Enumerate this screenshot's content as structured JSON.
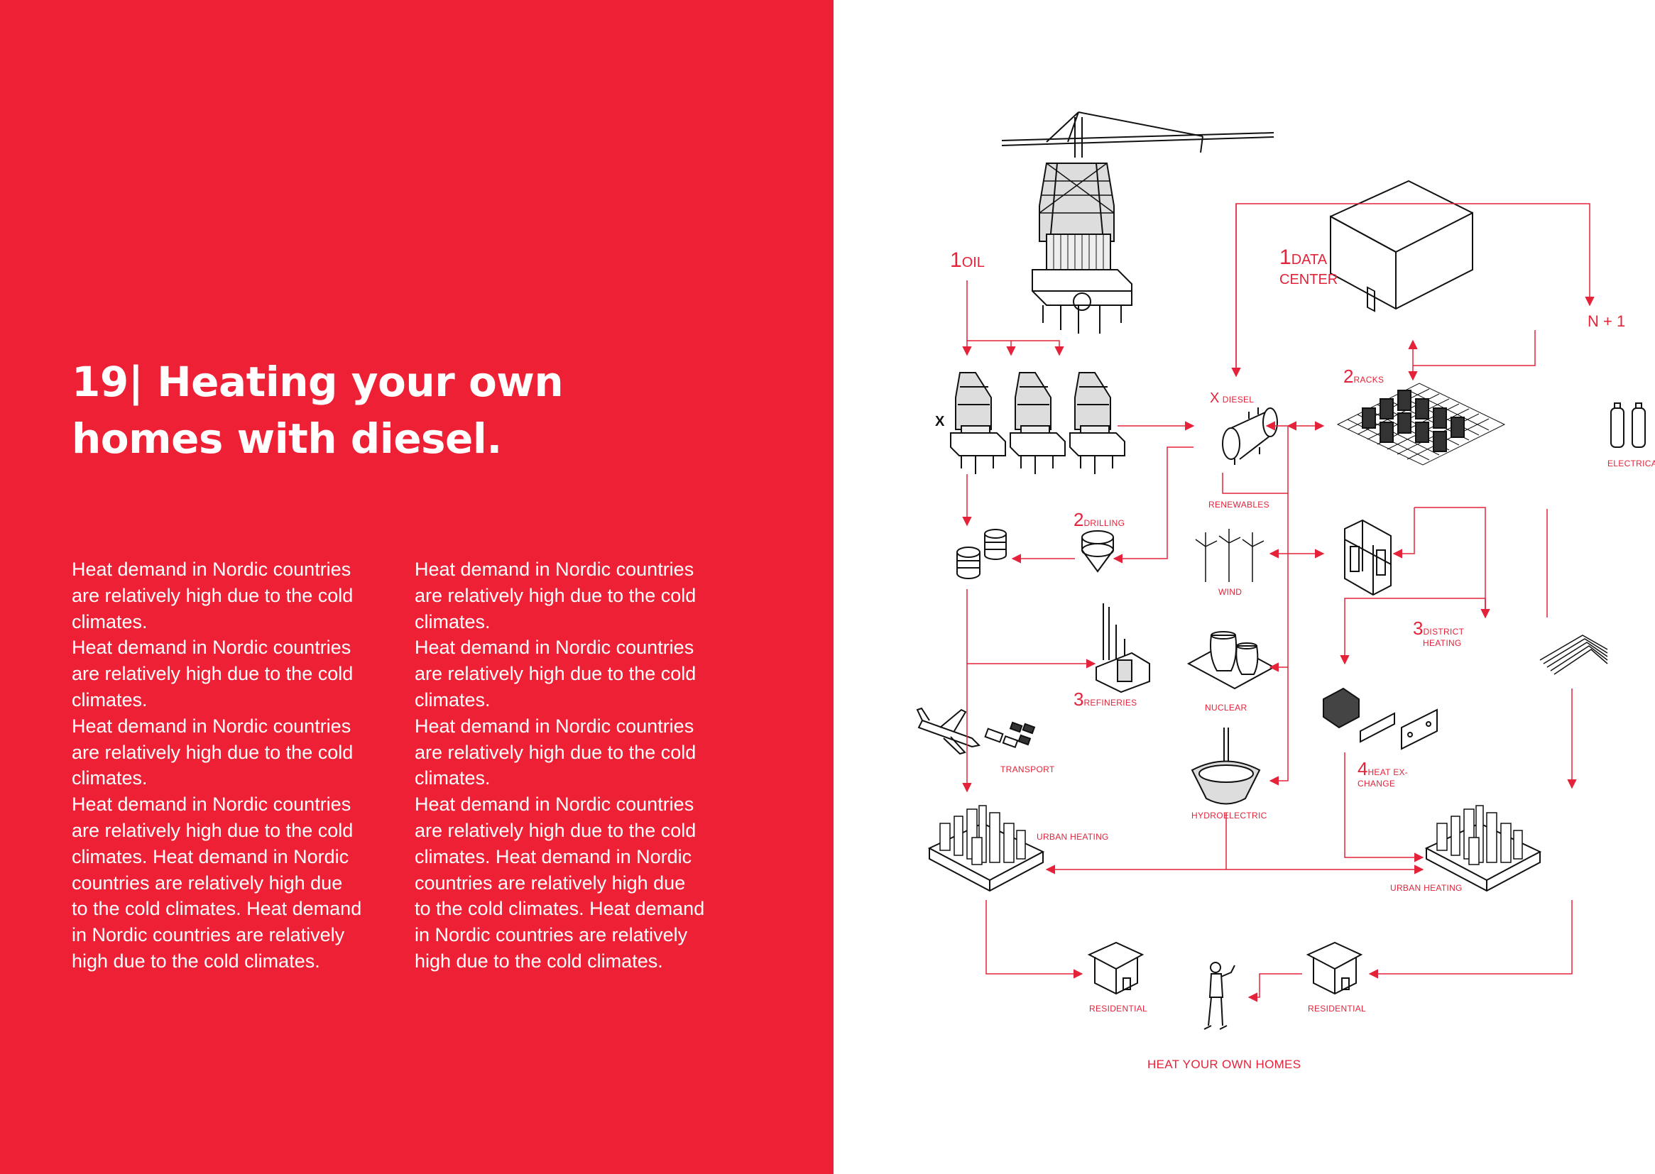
{
  "title": "19| Heating your own homes with diesel.",
  "column_left": [
    "Heat demand in Nordic countries are relatively high due to the cold climates.",
    "Heat demand in Nordic countries are relatively high due to the cold climates.",
    "Heat demand in Nordic countries are relatively high due to the cold climates.",
    "Heat demand in Nordic countries are relatively high due to the cold climates. Heat demand in Nordic countries are relatively high due to the cold climates. Heat demand in Nordic countries are relatively high due to the cold climates."
  ],
  "column_right": [
    "Heat demand in Nordic countries are relatively high due to the cold climates.",
    "Heat demand in Nordic countries are relatively high due to the cold climates.",
    "Heat demand in Nordic countries are relatively high due to the cold climates.",
    "Heat demand in Nordic countries are relatively high due to the cold climates. Heat demand in Nordic countries are relatively high due to the cold climates. Heat demand in Nordic countries are relatively high due to the cold climates."
  ],
  "diagram": {
    "oil": {
      "num": "1",
      "text": "OIL"
    },
    "data_center": {
      "num": "1",
      "line1": "DATA",
      "line2": "CENTER"
    },
    "n_plus_1": "N + 1",
    "racks": {
      "num": "2",
      "text": "RACKS"
    },
    "diesel": {
      "num": "X",
      "text": "DIESEL"
    },
    "electrical_waste": "ELECTRICAL WASTE",
    "renewables": "RENEWABLES",
    "drilling": {
      "num": "2",
      "text": "DRILLING"
    },
    "wind": "WIND",
    "refineries": {
      "num": "3",
      "text": "REFINERIES"
    },
    "nuclear": "NUCLEAR",
    "district_heating": {
      "num": "3",
      "line1": "DISTRICT",
      "line2": "HEATING"
    },
    "transport": "TRANSPORT",
    "heat_exchange": {
      "num": "4",
      "line1": "HEAT EX-",
      "line2": "CHANGE"
    },
    "hydroelectric": "HYDROELECTRIC",
    "urban_heating_left": "URBAN HEATING",
    "urban_heating_right": "URBAN HEATING",
    "residential_left": "RESIDENTIAL",
    "residential_right": "RESIDENTIAL",
    "x_marker": "X",
    "footer": "HEAT YOUR OWN HOMES"
  },
  "colors": {
    "brand_red": "#ee2035",
    "diagram_red": "#e4233a",
    "ink": "#111111"
  }
}
